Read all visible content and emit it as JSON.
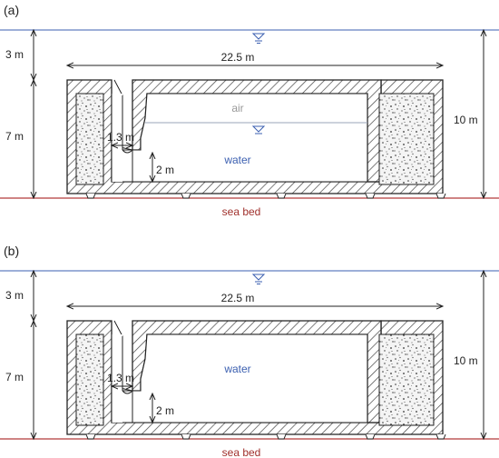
{
  "panels": [
    {
      "label": "(a)",
      "dims": {
        "top_depth": "3 m",
        "lower_depth": "7 m",
        "total_height": "10 m",
        "width": "22.5 m",
        "gap": "1.3 m",
        "opening": "2 m"
      },
      "labels": {
        "air": "air",
        "water": "water",
        "seabed": "sea bed"
      },
      "has_air": true
    },
    {
      "label": "(b)",
      "dims": {
        "top_depth": "3 m",
        "lower_depth": "7 m",
        "total_height": "10 m",
        "width": "22.5 m",
        "gap": "1.3 m",
        "opening": "2 m"
      },
      "labels": {
        "water": "water",
        "seabed": "sea bed"
      },
      "has_air": false
    }
  ],
  "colors": {
    "water_line": "#3b5fb0",
    "seabed_line": "#b23a3a",
    "air_text": "#999999",
    "water_text": "#3b5fb0",
    "seabed_text": "#a0302c",
    "hatch": "#333333",
    "fill": "#e9e9e9"
  }
}
